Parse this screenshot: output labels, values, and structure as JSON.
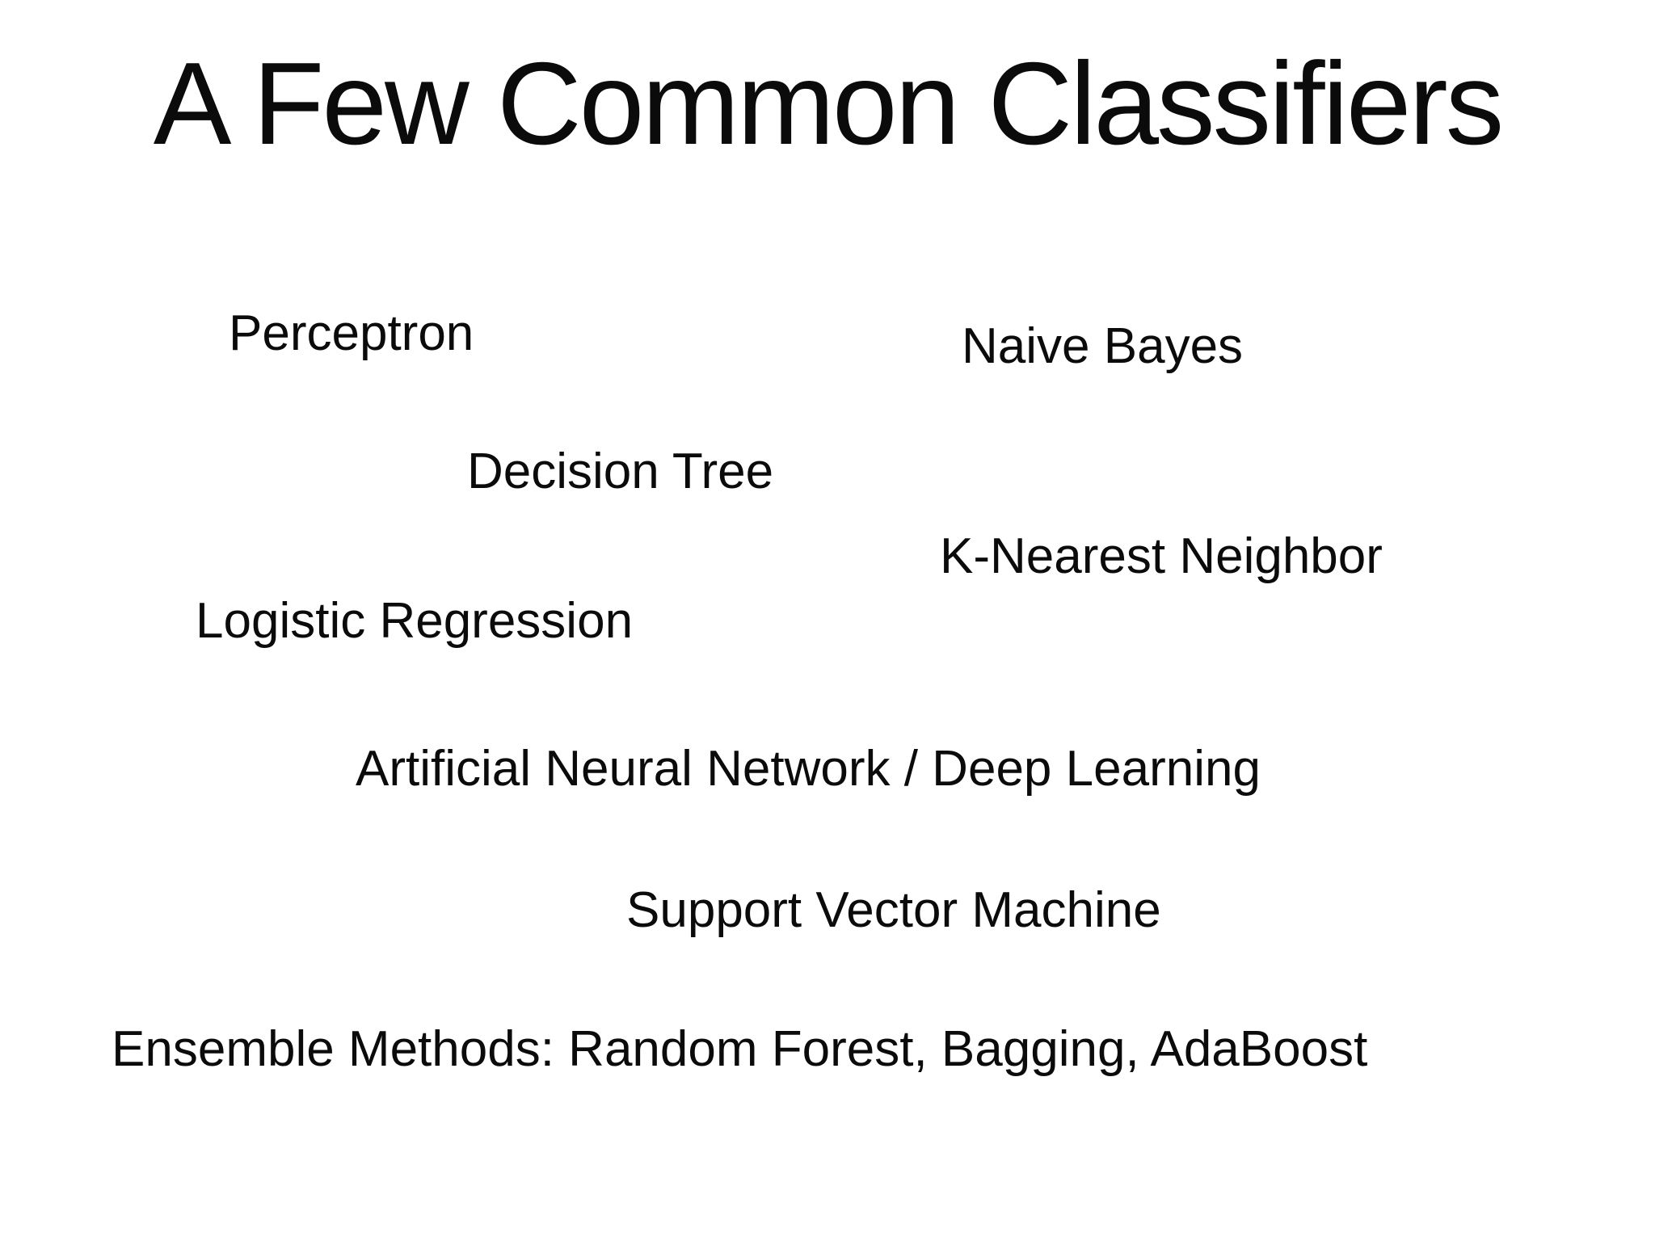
{
  "slide": {
    "title": "A Few Common Classifiers",
    "colors": {
      "background": "#ffffff",
      "text": "#0b0b0b"
    },
    "classifiers": [
      {
        "label": "Perceptron"
      },
      {
        "label": "Naive Bayes"
      },
      {
        "label": "Decision Tree"
      },
      {
        "label": "K-Nearest Neighbor"
      },
      {
        "label": "Logistic Regression"
      },
      {
        "label": "Artificial Neural Network / Deep Learning"
      },
      {
        "label": "Support Vector Machine"
      },
      {
        "label": "Ensemble Methods: Random Forest, Bagging, AdaBoost"
      }
    ]
  }
}
